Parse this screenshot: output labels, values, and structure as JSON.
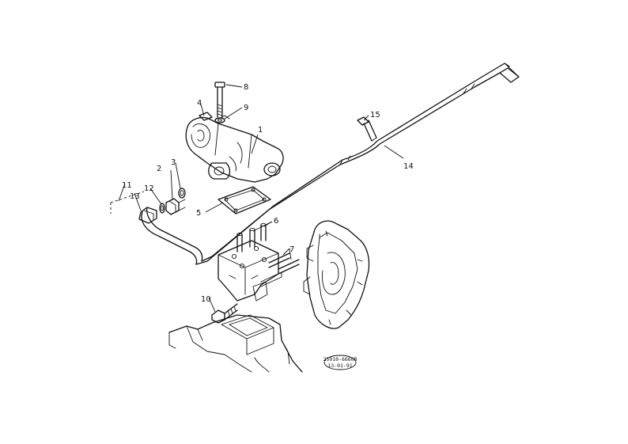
{
  "part_numbers": {
    "p1": "1",
    "p2": "2",
    "p3": "3",
    "p4": "4",
    "p5": "5",
    "p6": "6",
    "p7": "7",
    "p8": "8",
    "p9": "9",
    "p10": "10",
    "p11": "11",
    "p12": "12",
    "p13": "13",
    "p14": "14",
    "p15": "15"
  },
  "stamp": {
    "line1": "25910-6660R",
    "line2": "13-01-91"
  }
}
